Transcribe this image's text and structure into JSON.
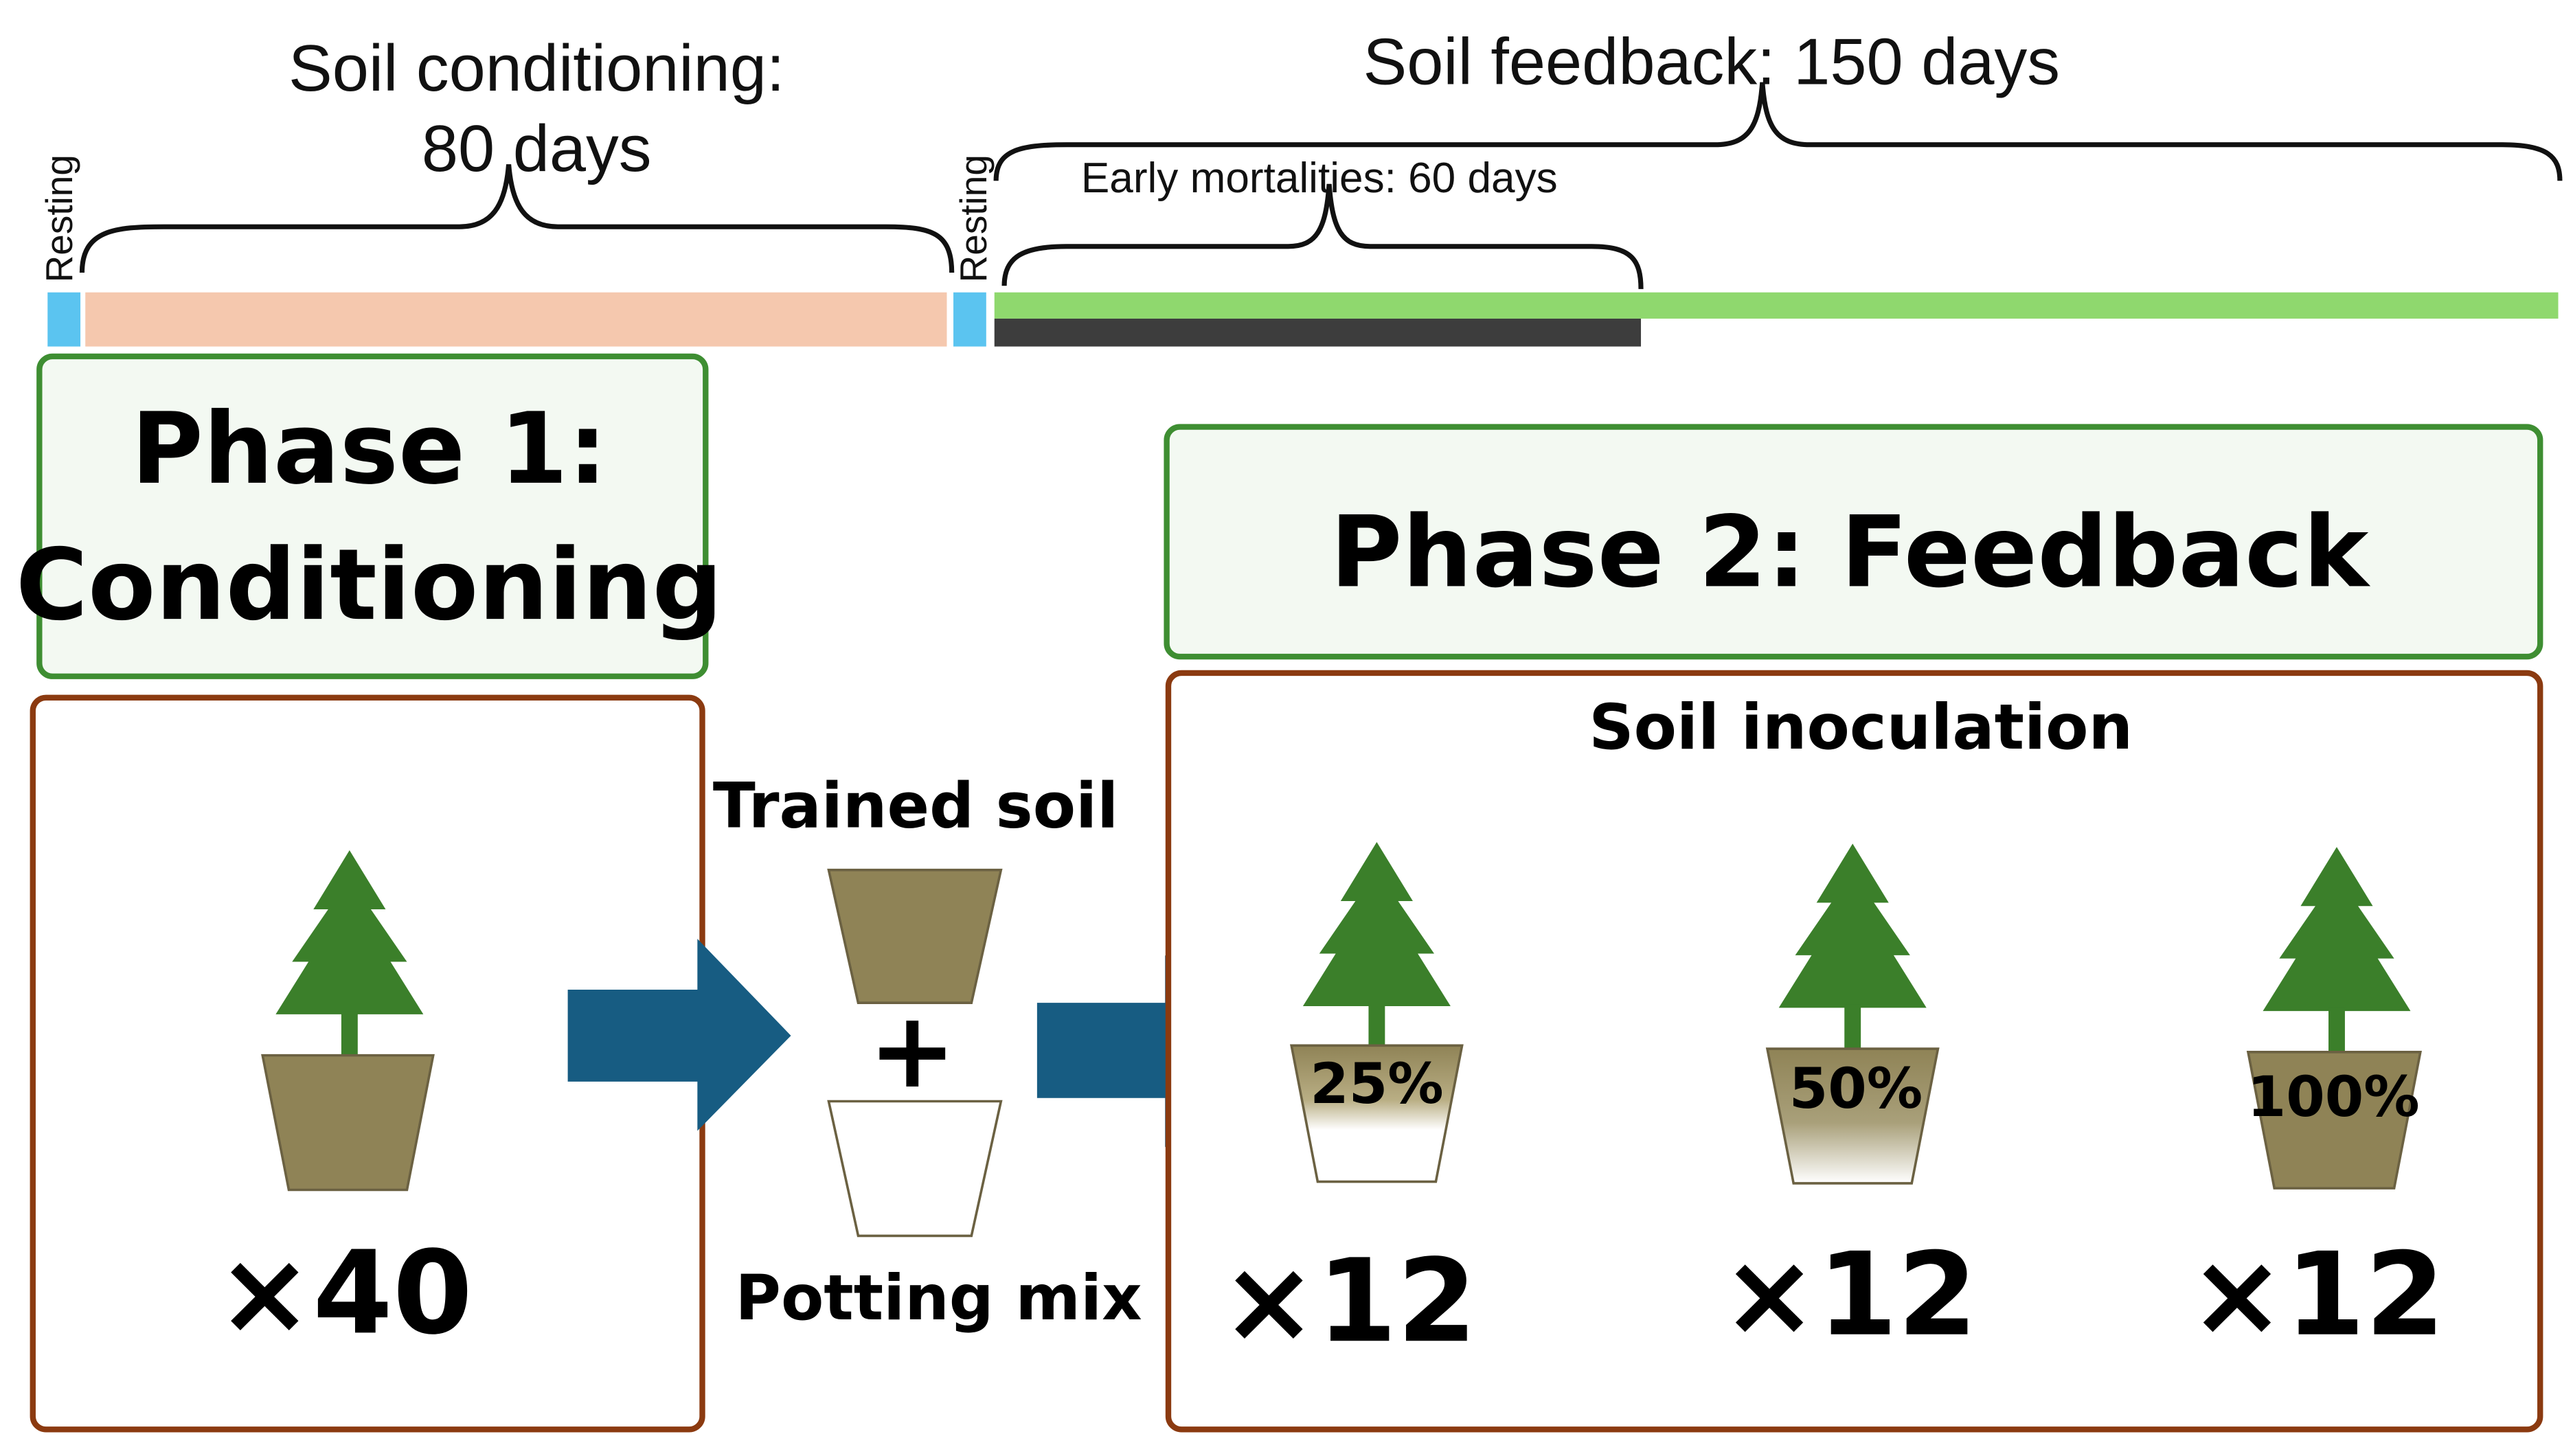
{
  "timeline": {
    "conditioning_label_line1": "Soil conditioning:",
    "conditioning_label_line2": "80 days",
    "feedback_label": "Soil feedback: 150 days",
    "early_mortalities_label": "Early mortalities: 60 days",
    "resting_label_1": "Resting",
    "resting_label_2": "Resting"
  },
  "phase1": {
    "title_line1": "Phase 1:",
    "title_line2": "Conditioning",
    "count": "×40"
  },
  "mixing": {
    "trained_soil_label": "Trained soil",
    "plus_sign": "+",
    "potting_mix_label": "Potting mix"
  },
  "phase2": {
    "title": "Phase 2: Feedback",
    "subtitle": "Soil inoculation",
    "treatments": [
      {
        "percent_label": "25%",
        "fraction": 0.25,
        "count": "×12"
      },
      {
        "percent_label": "50%",
        "fraction": 0.5,
        "count": "×12"
      },
      {
        "percent_label": "100%",
        "fraction": 1.0,
        "count": "×12"
      }
    ]
  },
  "colors": {
    "resting": "#5bc4f0",
    "conditioning": "#f5c8ae",
    "feedback": "#8fd86e",
    "mortality": "#3d3d3d",
    "phase_title_border": "#3e8e32",
    "phase_title_fill": "#f3f9f2",
    "panel_border": "#8b3a10",
    "arrow": "#175c82",
    "soil": "#8f8356",
    "tree": "#3b7f2a"
  }
}
